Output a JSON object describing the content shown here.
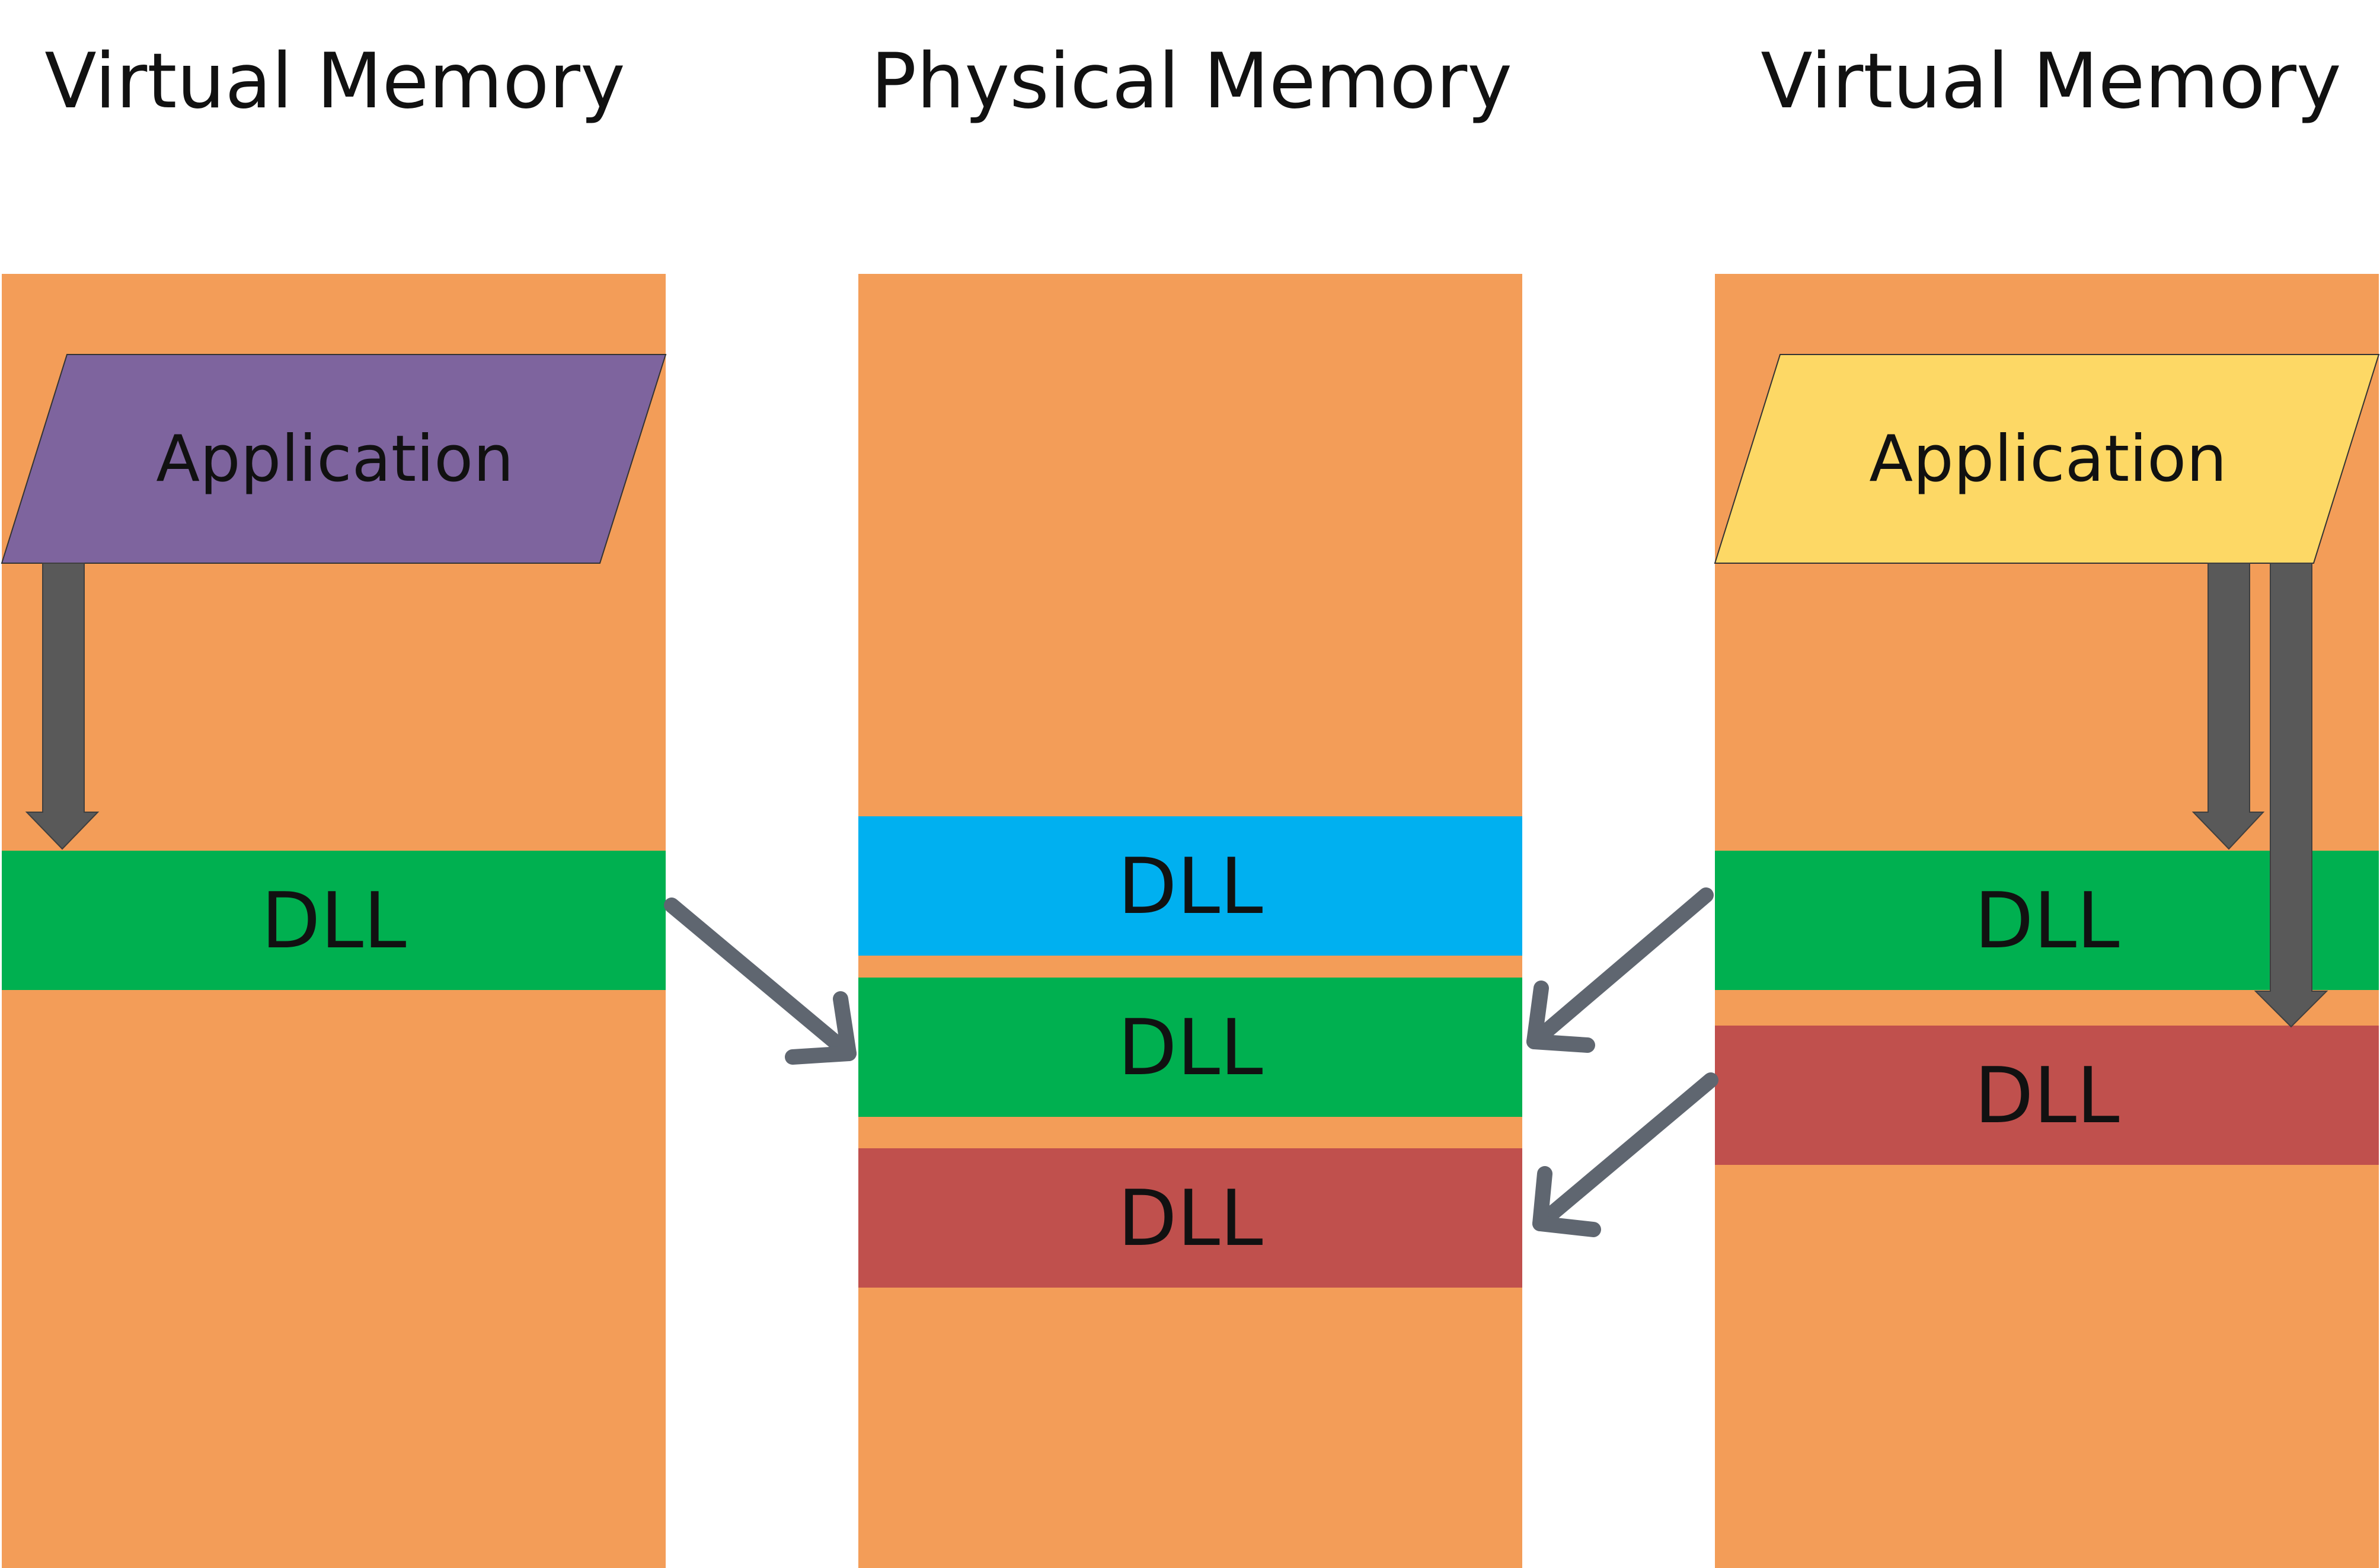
{
  "titles": {
    "left": "Virtual Memory",
    "center": "Physical Memory",
    "right": "Virtual Memory"
  },
  "left_process": {
    "application_label": "Application",
    "application_color": "#7e649e",
    "dll_label": "DLL",
    "dll_color": "#00b050"
  },
  "physical": {
    "blocks": [
      {
        "label": "DLL",
        "color": "#00b0f0"
      },
      {
        "label": "DLL",
        "color": "#00b050"
      },
      {
        "label": "DLL",
        "color": "#c0504d"
      }
    ]
  },
  "right_process": {
    "application_label": "Application",
    "application_color": "#fdd865",
    "dll_green_label": "DLL",
    "dll_green_color": "#00b050",
    "dll_red_label": "DLL",
    "dll_red_color": "#c0504d"
  },
  "colors": {
    "memory": "#f39d58",
    "call_arrow": "#595959",
    "mapping_arrow": "#5f6670"
  }
}
